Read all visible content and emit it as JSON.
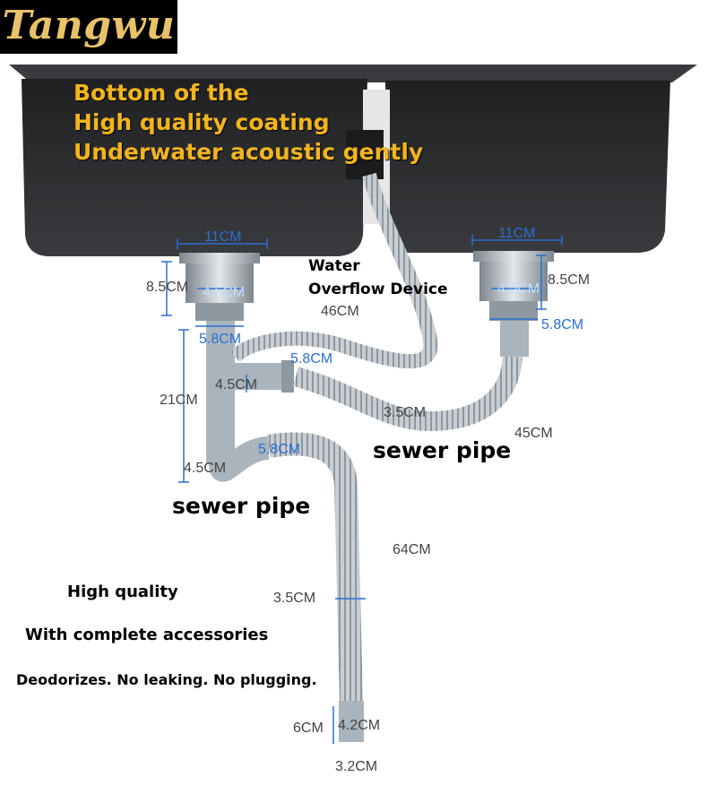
{
  "brand": "Tangwu",
  "headline": [
    "Bottom of the",
    "High quality coating",
    "Underwater acoustic gently"
  ],
  "labels": {
    "water_overflow": [
      "Water",
      "Overflow Device"
    ],
    "sewer_pipe_right": "sewer pipe",
    "sewer_pipe_left": "sewer pipe"
  },
  "features": [
    "High quality",
    "With complete accessories",
    "Deodorizes. No leaking. No plugging."
  ],
  "dimensions": {
    "left_drain_width": "11CM",
    "right_drain_width": "11CM",
    "left_strainer_height": "8.5CM",
    "right_strainer_height": "8.5CM",
    "left_outlet_diameter": "4.5CM",
    "right_outlet_diameter": "4.5CM",
    "left_collar": "5.8CM",
    "right_collar": "5.8CM",
    "overflow_hose": "46CM",
    "tee_collar": "5.8CM",
    "tee_diameter": "4.5CM",
    "tee_length": "21CM",
    "connector_hose_diameter": "3.5CM",
    "connector_hose_length": "45CM",
    "trap_collar": "5.8CM",
    "trap_diameter": "4.5CM",
    "drain_hose_length": "64CM",
    "drain_hose_diameter": "3.5CM",
    "end_length": "6CM",
    "end_outer_diameter": "4.2CM",
    "end_inner_diameter": "3.2CM"
  },
  "colors": {
    "sink": "#2b2c2e",
    "sink_rim": "#3a3b3e",
    "pipe": "#a9b4bd",
    "hose": "#c9ced3",
    "headline_text": "#f2b51d",
    "dimension_line": "#2a6fd1",
    "logo_text": "#e8c26a"
  }
}
